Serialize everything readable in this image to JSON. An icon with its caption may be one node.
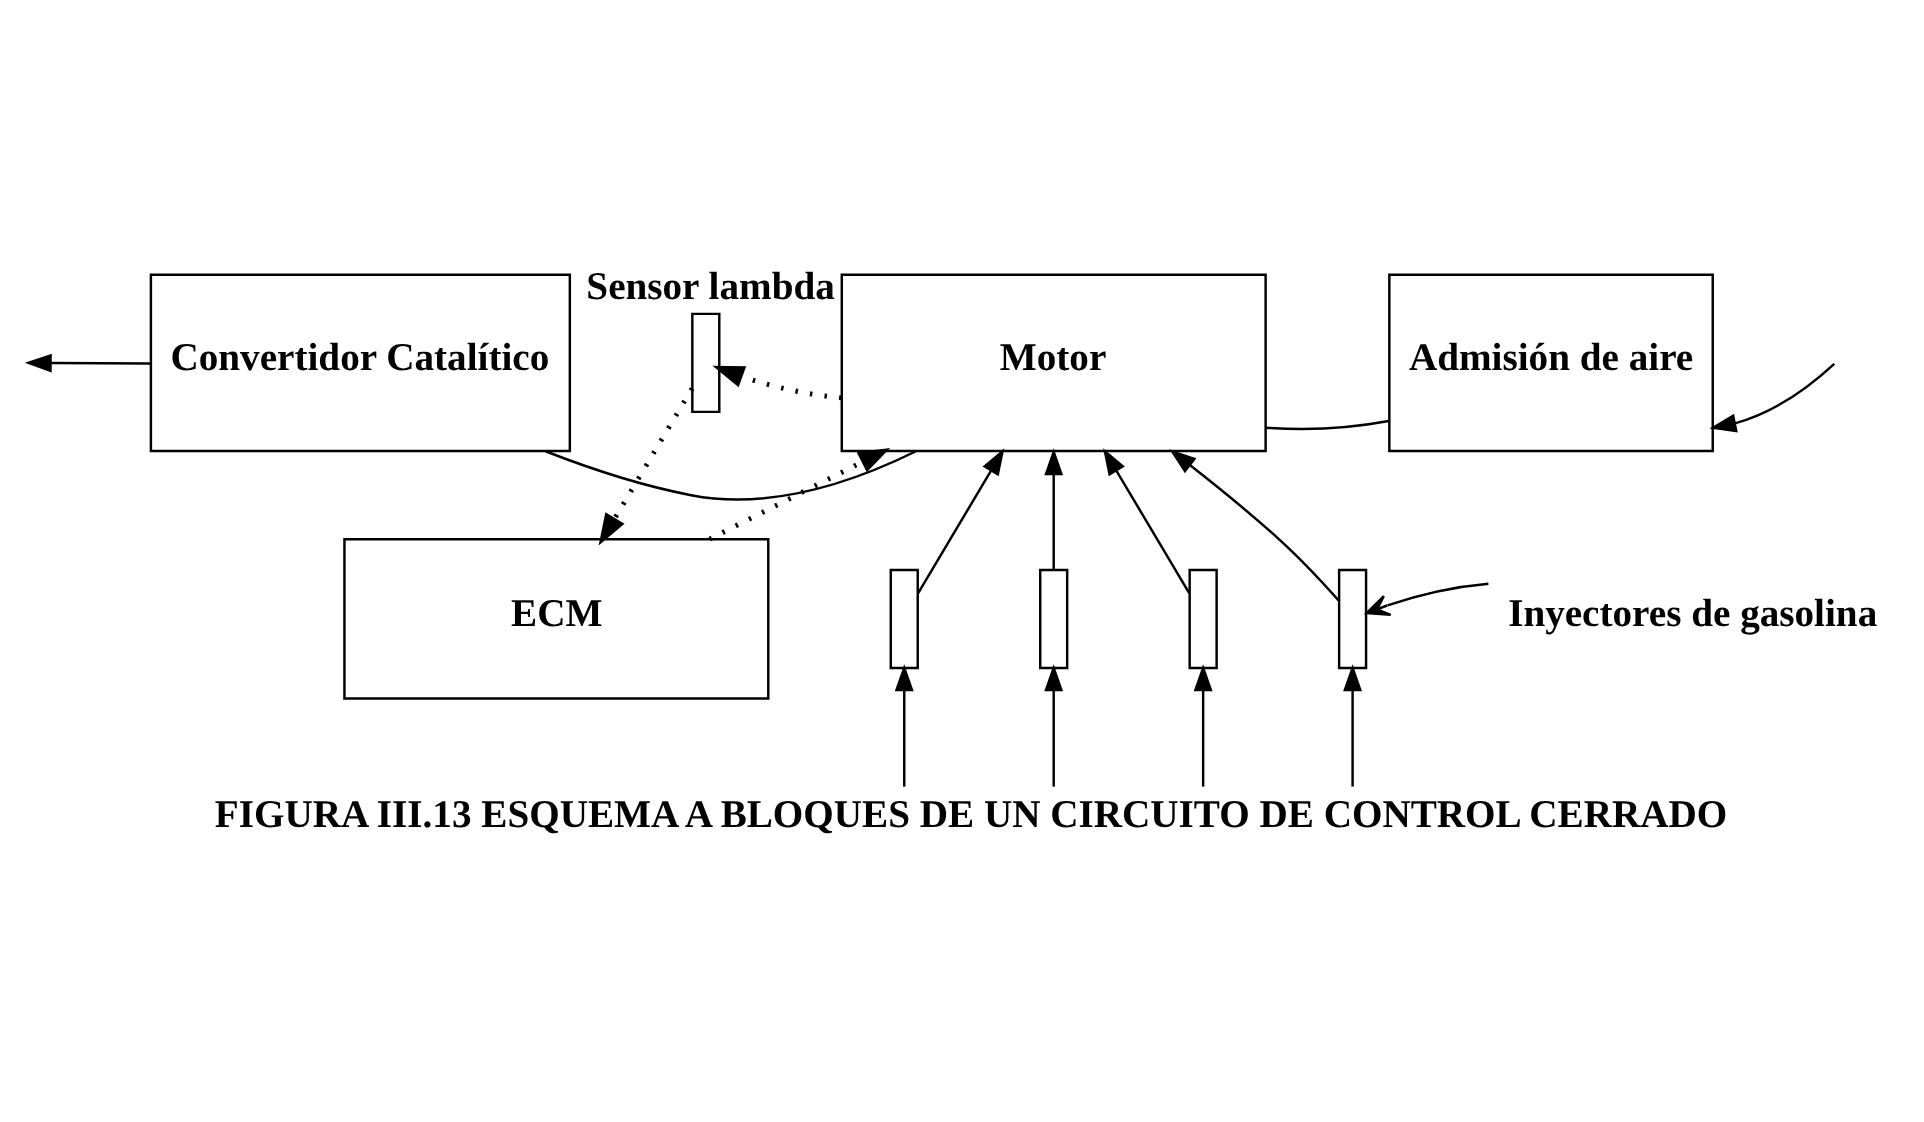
{
  "diagram": {
    "caption": "FIGURA III.13 ESQUEMA A BLOQUES DE UN CIRCUITO DE CONTROL CERRADO",
    "nodes": [
      {
        "text": [
          "Convertidor Catalítico"
        ]
      },
      {
        "text": [
          "Motor"
        ]
      },
      {
        "text": [
          "Admisión de aire"
        ]
      },
      {
        "text": [],
        "shape": "box",
        "beside": [
          "Sensor lambda"
        ]
      },
      {
        "text": [],
        "shape": "box"
      },
      {
        "text": [],
        "shape": "box"
      },
      {
        "text": [],
        "shape": "box"
      },
      {
        "text": [],
        "shape": "box"
      },
      {
        "text": [
          "Inyectores de gasolina"
        ]
      },
      {
        "text": [
          "ECM"
        ]
      }
    ],
    "edges": [
      {
        "from": null,
        "to": 2,
        "arrow": "to"
      },
      {
        "from": 2,
        "to": 1,
        "arrow": "none"
      },
      {
        "from": 1,
        "to": 0,
        "arrow": "none"
      },
      {
        "from": 0,
        "to": null,
        "arrow": "to"
      },
      {
        "from": 1,
        "to": 3,
        "arrow": "to",
        "style": "dashed"
      },
      {
        "from": 3,
        "to": 9,
        "arrow": "to",
        "style": "dashed"
      },
      {
        "from": 9,
        "to": 1,
        "arrow": "to",
        "style": "dashed"
      },
      {
        "from": null,
        "to": 4,
        "arrow": "to"
      },
      {
        "from": null,
        "to": 5,
        "arrow": "to"
      },
      {
        "from": null,
        "to": 6,
        "arrow": "to"
      },
      {
        "from": null,
        "to": 7,
        "arrow": "to"
      },
      {
        "from": 4,
        "to": 1,
        "arrow": "to"
      },
      {
        "from": 5,
        "to": 1,
        "arrow": "to"
      },
      {
        "from": 6,
        "to": 1,
        "arrow": "to"
      },
      {
        "from": 7,
        "to": 1,
        "arrow": "to"
      },
      {
        "from": 8,
        "to": 7,
        "arrow": "to"
      }
    ]
  }
}
